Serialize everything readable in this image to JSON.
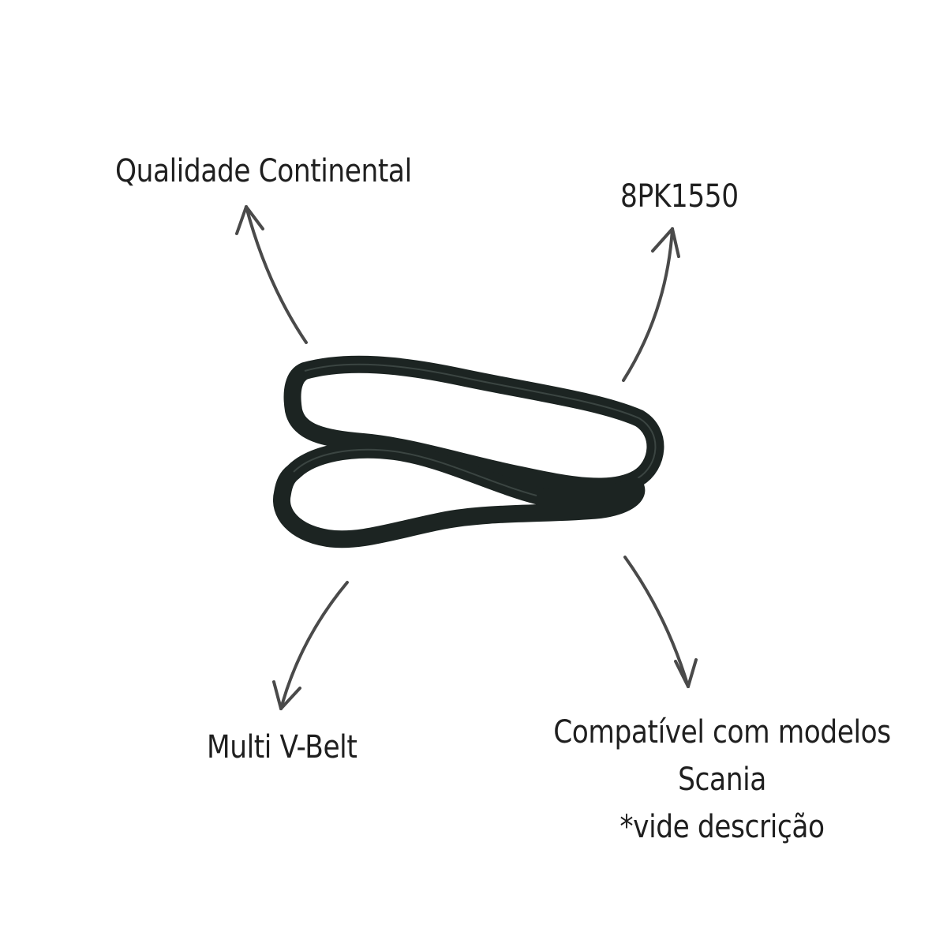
{
  "labels": {
    "quality": "Qualidade Continental",
    "code": "8PK1550",
    "belt_type": "Multi V-Belt",
    "compat_line1": "Compatível com modelos",
    "compat_line2": "Scania",
    "compat_line3": "*vide descrição"
  },
  "colors": {
    "text": "#1f1f1f",
    "arrow": "#4a4a4a",
    "belt": "#1c2422",
    "belt_highlight": "#3b4542",
    "background": "#ffffff"
  },
  "product": {
    "image": "serpentine-multi-v-belt-photo"
  }
}
